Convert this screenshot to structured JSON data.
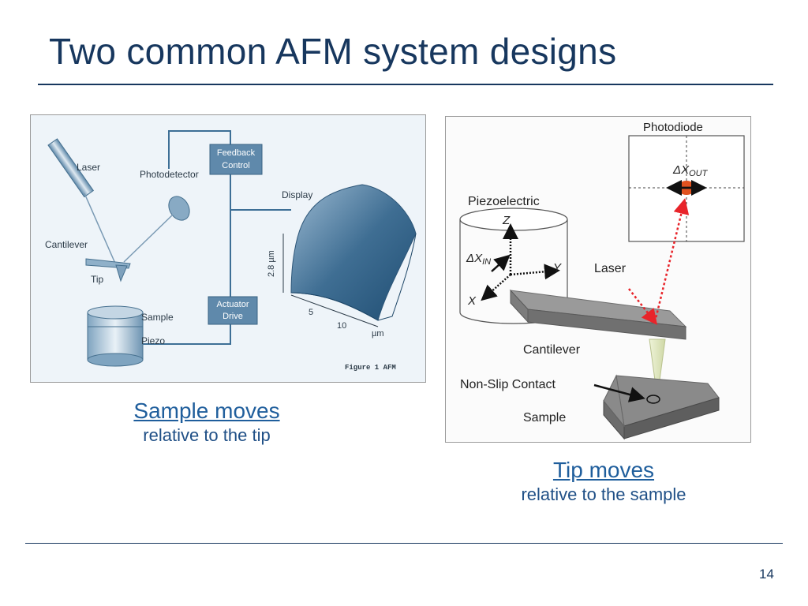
{
  "slide": {
    "title": "Two common AFM system designs",
    "number": "14"
  },
  "figure_left": {
    "labels": {
      "laser": "Laser",
      "photodetector": "Photodetector",
      "feedback": "Feedback",
      "control": "Control",
      "display": "Display",
      "cantilever": "Cantilever",
      "tip": "Tip",
      "sample": "Sample",
      "piezo": "Piezo",
      "actuator": "Actuator",
      "drive": "Drive",
      "z_axis": "2.8 µm",
      "tick_5": "5",
      "tick_10": "10",
      "um": "µm",
      "figure_caption": "Figure 1 AFM"
    },
    "caption": {
      "link": "Sample moves",
      "sub": "relative to the tip"
    }
  },
  "figure_right": {
    "labels": {
      "photodiode": "Photodiode",
      "delta_x_out": "ΔX",
      "out_sub": "OUT",
      "piezoelectric": "Piezoelectric",
      "z": "Z",
      "delta_x_in": "ΔX",
      "in_sub": "IN",
      "y": "Y",
      "x": "X",
      "laser": "Laser",
      "cantilever": "Cantilever",
      "non_slip": "Non-Slip Contact",
      "sample": "Sample"
    },
    "caption": {
      "link": "Tip moves",
      "sub": "relative to the sample"
    }
  },
  "colors": {
    "title": "#17375e",
    "link": "#1f5e9c",
    "laser_dotted": "#e8242a",
    "diagram_blue": "#3d6f96"
  }
}
